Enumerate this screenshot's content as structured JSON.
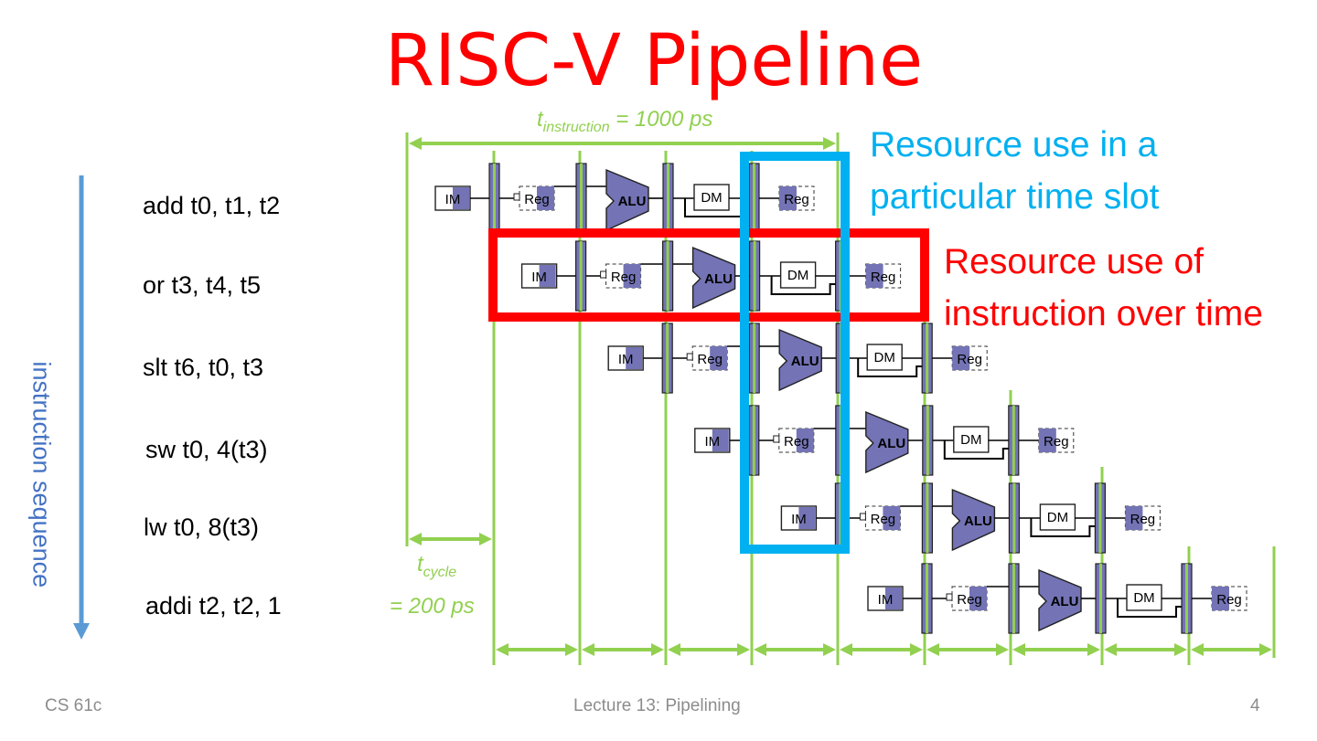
{
  "slide": {
    "title": "RISC-V Pipeline",
    "sequence_label": "instruction sequence",
    "instructions": [
      "add t0, t1, t2",
      "or t3, t4, t5",
      "slt t6, t0, t3",
      "sw t0, 4(t3)",
      "lw t0, 8(t3)",
      "addi t2, t2, 1"
    ],
    "stages": [
      "IM",
      "Reg",
      "ALU",
      "DM",
      "Reg"
    ],
    "t_instruction": {
      "symbol": "t",
      "subscript": "instruction",
      "value": "= 1000 ps"
    },
    "t_cycle": {
      "symbol": "t",
      "subscript": "cycle",
      "value": "= 200 ps"
    },
    "annotations": {
      "time_slot": {
        "line1": "Resource use in a",
        "line2": "particular time slot",
        "color": "#00b0f0"
      },
      "over_time": {
        "line1": "Resource use of",
        "line2": "instruction over time",
        "color": "#ff0000"
      }
    },
    "colors": {
      "title": "#ff0000",
      "timing": "#92d050",
      "stage_fill": "#7373b5",
      "sequence_arrow": "#5b9bd5"
    },
    "footer": {
      "course": "CS 61c",
      "lecture": "Lecture 13: Pipelining",
      "page": "4"
    }
  }
}
